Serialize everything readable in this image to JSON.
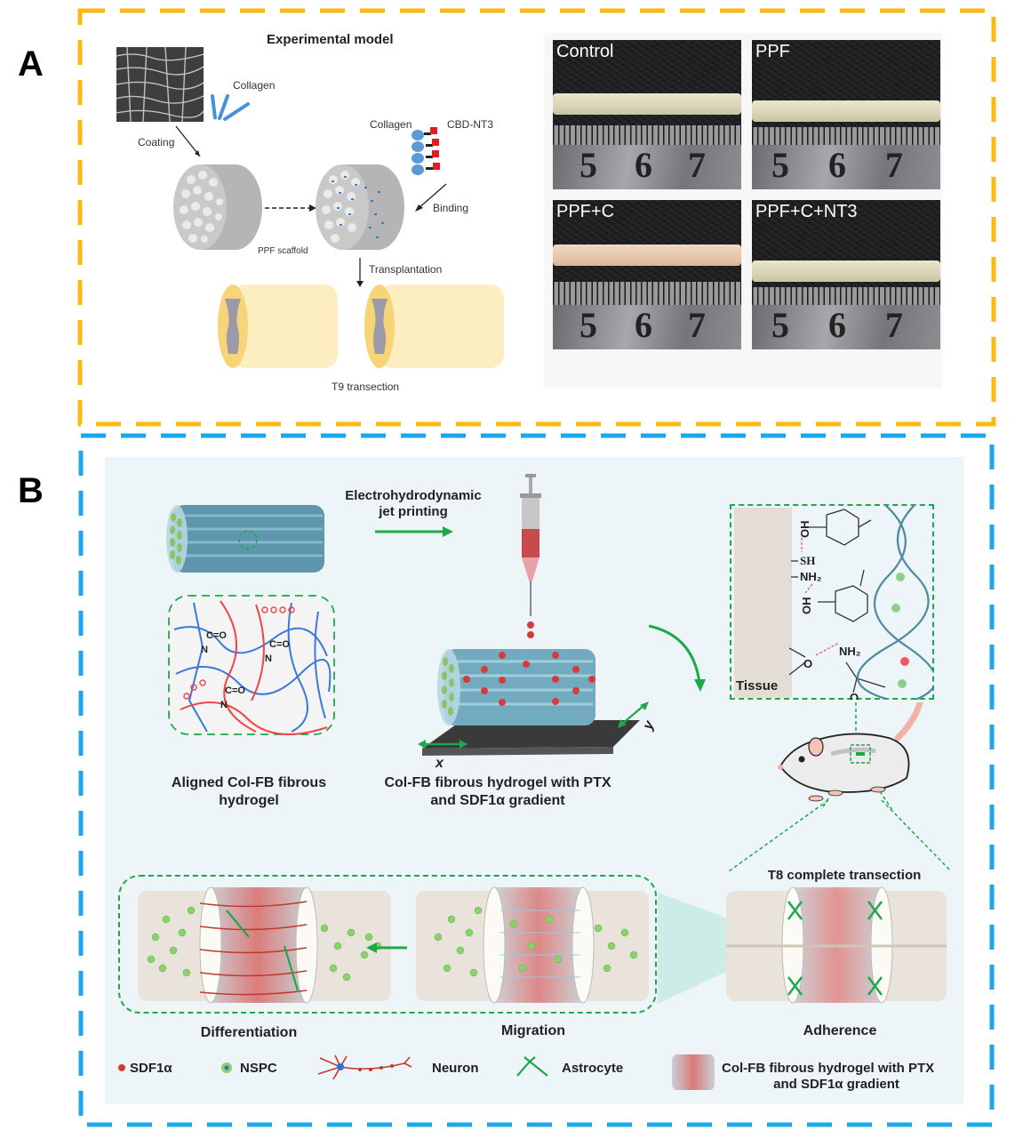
{
  "panels": {
    "a": {
      "letter": "A",
      "frame_color": "#FDB913",
      "title": "Experimental model",
      "labels": {
        "collagen_top": "Collagen",
        "coating": "Coating",
        "collagen_right": "Collagen",
        "cbd_nt3": "CBD-NT3",
        "binding": "Binding",
        "ppf_scaffold": "PPF scaffold",
        "transplantation": "Transplantation",
        "t9_transection": "T9 transection"
      },
      "photos": [
        {
          "label": "Control",
          "ruler_numbers": [
            "5",
            "6",
            "7"
          ]
        },
        {
          "label": "PPF",
          "ruler_numbers": [
            "5",
            "6",
            "7"
          ]
        },
        {
          "label": "PPF+C",
          "ruler_numbers": [
            "5",
            "6",
            "7"
          ]
        },
        {
          "label": "PPF+C+NT3",
          "ruler_numbers": [
            "5",
            "6",
            "7"
          ]
        }
      ]
    },
    "b": {
      "letter": "B",
      "frame_color": "#1AA7EC",
      "background_color": "#EEF5F9",
      "labels": {
        "ehd_line1": "Electrohydrodynamic",
        "ehd_line2": "jet printing",
        "aligned_line1": "Aligned Col-FB fibrous",
        "aligned_line2": "hydrogel",
        "gradient_line1": "Col-FB fibrous hydrogel with PTX",
        "gradient_line2": "and SDF1α gradient",
        "axis_x": "x",
        "axis_y": "y",
        "tissue": "Tissue",
        "oh1": "OH",
        "sh": "SH",
        "nh2_1": "NH₂",
        "oh2": "OH",
        "nh2_2": "NH₂",
        "o1": "O",
        "o2": "O",
        "c_o": "C=O",
        "n": "N",
        "t8": "T8 complete transection",
        "differentiation": "Differentiation",
        "migration": "Migration",
        "adherence": "Adherence"
      },
      "legend": [
        {
          "icon": "sdf1a-dot-icon",
          "label": "SDF1α"
        },
        {
          "icon": "nspc-cell-icon",
          "label": "NSPC"
        },
        {
          "icon": "neuron-icon",
          "label": "Neuron"
        },
        {
          "icon": "astrocyte-icon",
          "label": "Astrocyte"
        },
        {
          "icon": "gradient-hydrogel-icon",
          "label_line1": "Col-FB fibrous hydrogel with PTX",
          "label_line2": "and SDF1α gradient"
        }
      ]
    }
  }
}
